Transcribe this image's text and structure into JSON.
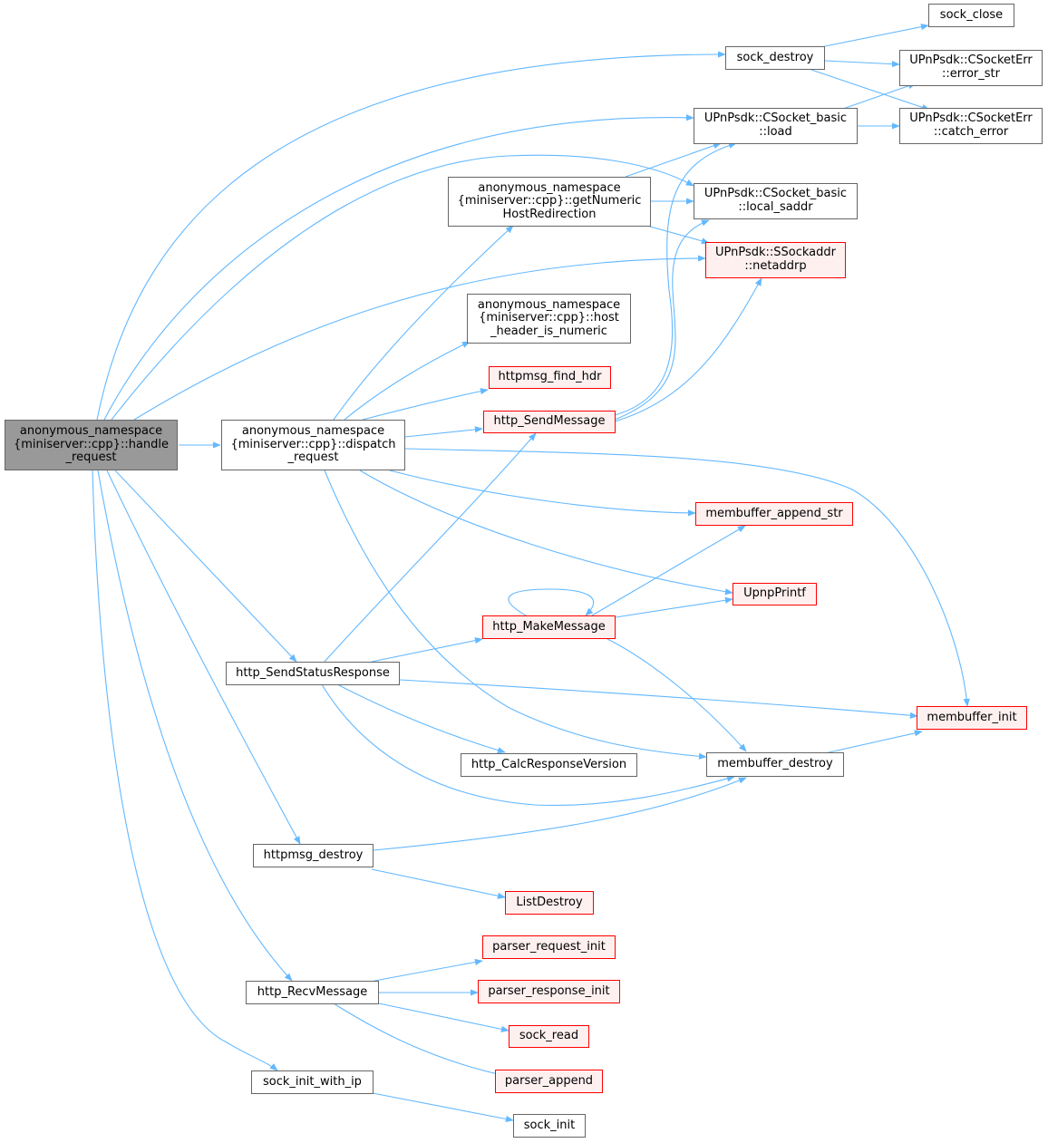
{
  "colors": {
    "edge": "#63b8ff",
    "node_border": "#666666",
    "incomplete_border": "#ff0000",
    "incomplete_fill": "#fff0f0",
    "root_fill": "#999999"
  },
  "nodes": {
    "handle_request": {
      "label": "anonymous_namespace\n{miniserver::cpp}::handle\n_request",
      "style": "root"
    },
    "dispatch_request": {
      "label": "anonymous_namespace\n{miniserver::cpp}::dispatch\n_request",
      "style": "plain"
    },
    "http_SendStatusResponse": {
      "label": "http_SendStatusResponse",
      "style": "plain"
    },
    "httpmsg_destroy": {
      "label": "httpmsg_destroy",
      "style": "plain"
    },
    "http_RecvMessage": {
      "label": "http_RecvMessage",
      "style": "plain"
    },
    "sock_init_with_ip": {
      "label": "sock_init_with_ip",
      "style": "plain"
    },
    "getNumericHostRedirection": {
      "label": "anonymous_namespace\n{miniserver::cpp}::getNumeric\nHostRedirection",
      "style": "plain"
    },
    "host_header_is_numeric": {
      "label": "anonymous_namespace\n{miniserver::cpp}::host\n_header_is_numeric",
      "style": "plain"
    },
    "httpmsg_find_hdr": {
      "label": "httpmsg_find_hdr",
      "style": "red"
    },
    "http_SendMessage": {
      "label": "http_SendMessage",
      "style": "red"
    },
    "http_MakeMessage": {
      "label": "http_MakeMessage",
      "style": "red"
    },
    "http_CalcResponseVersion": {
      "label": "http_CalcResponseVersion",
      "style": "plain"
    },
    "ListDestroy": {
      "label": "ListDestroy",
      "style": "red"
    },
    "parser_request_init": {
      "label": "parser_request_init",
      "style": "red"
    },
    "parser_response_init": {
      "label": "parser_response_init",
      "style": "red"
    },
    "sock_read": {
      "label": "sock_read",
      "style": "red"
    },
    "parser_append": {
      "label": "parser_append",
      "style": "red"
    },
    "sock_init": {
      "label": "sock_init",
      "style": "plain"
    },
    "sock_destroy": {
      "label": "sock_destroy",
      "style": "plain"
    },
    "sock_close": {
      "label": "sock_close",
      "style": "plain"
    },
    "CSocketErr_error_str": {
      "label": "UPnPsdk::CSocketErr\n::error_str",
      "style": "plain"
    },
    "CSocketErr_catch_error": {
      "label": "UPnPsdk::CSocketErr\n::catch_error",
      "style": "plain"
    },
    "CSocket_basic_load": {
      "label": "UPnPsdk::CSocket_basic\n::load",
      "style": "plain"
    },
    "CSocket_basic_local_saddr": {
      "label": "UPnPsdk::CSocket_basic\n::local_saddr",
      "style": "plain"
    },
    "SSockaddr_netaddrp": {
      "label": "UPnPsdk::SSockaddr\n::netaddrp",
      "style": "red"
    },
    "membuffer_append_str": {
      "label": "membuffer_append_str",
      "style": "red"
    },
    "UpnpPrintf": {
      "label": "UpnpPrintf",
      "style": "red"
    },
    "membuffer_init": {
      "label": "membuffer_init",
      "style": "red"
    },
    "membuffer_destroy": {
      "label": "membuffer_destroy",
      "style": "plain"
    }
  }
}
